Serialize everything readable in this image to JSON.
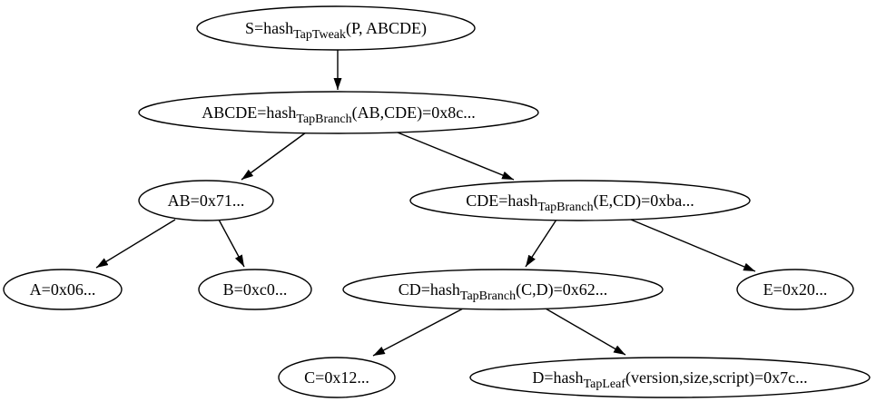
{
  "diagram": {
    "type": "tree",
    "description": "Taproot merkle tree hash diagram",
    "colors": {
      "background": "#ffffff",
      "node_fill": "#ffffff",
      "node_stroke": "#000000",
      "text": "#000000",
      "edge": "#000000"
    },
    "nodes": {
      "s": {
        "id": "S",
        "pre": "S=hash",
        "sub": "TapTweak",
        "post": "(P, ABCDE)"
      },
      "abcde": {
        "id": "ABCDE",
        "pre": "ABCDE=hash",
        "sub": "TapBranch",
        "post": "(AB,CDE)=0x8c..."
      },
      "ab": {
        "id": "AB",
        "pre": "AB=0x71...",
        "sub": "",
        "post": ""
      },
      "cde": {
        "id": "CDE",
        "pre": "CDE=hash",
        "sub": "TapBranch",
        "post": "(E,CD)=0xba..."
      },
      "a": {
        "id": "A",
        "pre": "A=0x06...",
        "sub": "",
        "post": ""
      },
      "b": {
        "id": "B",
        "pre": "B=0xc0...",
        "sub": "",
        "post": ""
      },
      "cd": {
        "id": "CD",
        "pre": "CD=hash",
        "sub": "TapBranch",
        "post": "(C,D)=0x62..."
      },
      "e": {
        "id": "E",
        "pre": "E=0x20...",
        "sub": "",
        "post": ""
      },
      "c": {
        "id": "C",
        "pre": "C=0x12...",
        "sub": "",
        "post": ""
      },
      "d": {
        "id": "D",
        "pre": "D=hash",
        "sub": "TapLeaf",
        "post": "(version,size,script)=0x7c..."
      }
    },
    "edges": [
      {
        "from": "S",
        "to": "ABCDE"
      },
      {
        "from": "ABCDE",
        "to": "AB"
      },
      {
        "from": "ABCDE",
        "to": "CDE"
      },
      {
        "from": "AB",
        "to": "A"
      },
      {
        "from": "AB",
        "to": "B"
      },
      {
        "from": "CDE",
        "to": "CD"
      },
      {
        "from": "CDE",
        "to": "E"
      },
      {
        "from": "CD",
        "to": "C"
      },
      {
        "from": "CD",
        "to": "D"
      }
    ]
  }
}
